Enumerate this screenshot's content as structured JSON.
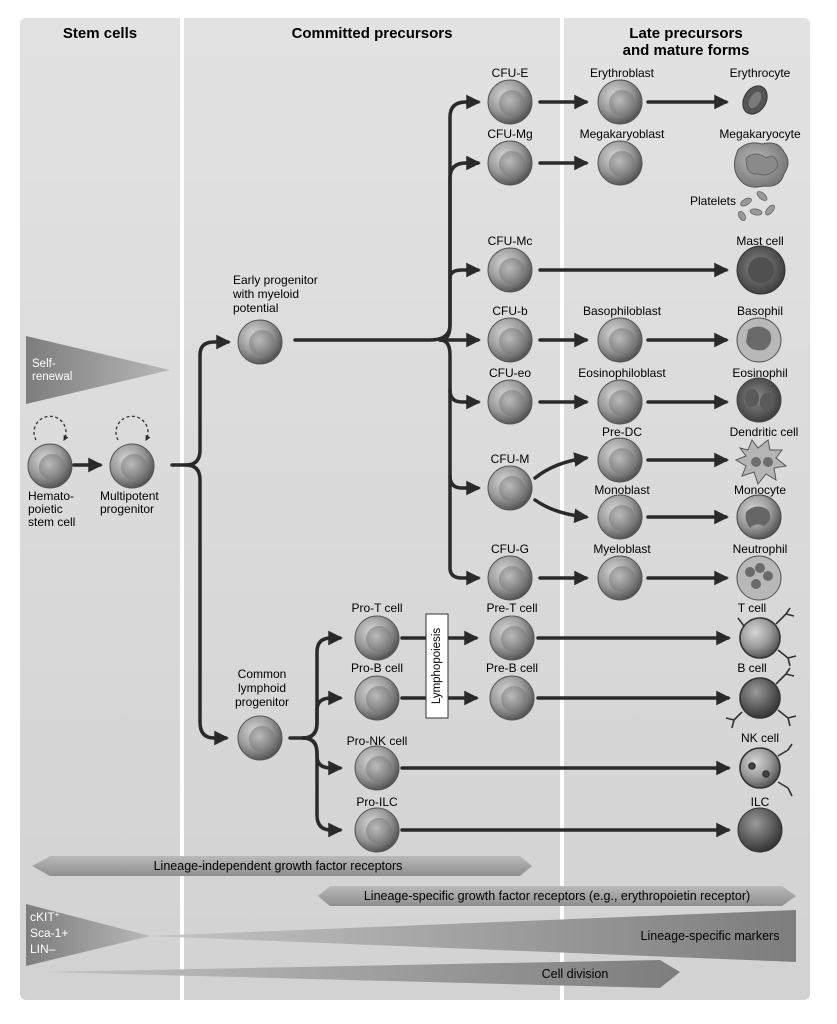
{
  "headers": {
    "stem": "Stem cells",
    "committed": "Committed precursors",
    "late_line1": "Late precursors",
    "late_line2": "and mature forms"
  },
  "self_renewal": {
    "line1": "Self-",
    "line2": "renewal"
  },
  "stem_cells": {
    "hsc": [
      "Hemato-",
      "poietic",
      "stem cell"
    ],
    "mpp": [
      "Multipotent",
      "progenitor"
    ]
  },
  "progenitors": {
    "myeloid": [
      "Early progenitor",
      "with myeloid",
      "potential"
    ],
    "lymphoid": [
      "Common",
      "lymphoid",
      "progenitor"
    ]
  },
  "myeloid_lineages": [
    {
      "cfu": "CFU-E",
      "blast": "Erythroblast",
      "mature": "Erythrocyte"
    },
    {
      "cfu": "CFU-Mg",
      "blast": "Megakaryoblast",
      "mature": "Megakaryocyte",
      "extra": "Platelets"
    },
    {
      "cfu": "CFU-Mc",
      "blast": "",
      "mature": "Mast cell"
    },
    {
      "cfu": "CFU-b",
      "blast": "Basophiloblast",
      "mature": "Basophil"
    },
    {
      "cfu": "CFU-eo",
      "blast": "Eosinophiloblast",
      "mature": "Eosinophil"
    },
    {
      "cfu": "CFU-M",
      "blast": "Pre-DC",
      "mature": "Dendritic cell",
      "blast2": "Monoblast",
      "mature2": "Monocyte"
    },
    {
      "cfu": "CFU-G",
      "blast": "Myeloblast",
      "mature": "Neutrophil"
    }
  ],
  "lymphoid_lineages": [
    {
      "pro": "Pro-T cell",
      "pre": "Pre-T cell",
      "mature": "T cell"
    },
    {
      "pro": "Pro-B cell",
      "pre": "Pre-B cell",
      "mature": "B cell"
    },
    {
      "pro": "Pro-NK cell",
      "pre": "",
      "mature": "NK cell"
    },
    {
      "pro": "Pro-ILC",
      "pre": "",
      "mature": "ILC"
    }
  ],
  "lymphopoiesis": "Lymphopoiesis",
  "bars": {
    "lineage_independent": "Lineage-independent growth factor receptors",
    "lineage_specific_gf": "Lineage-specific growth factor receptors (e.g., erythropoietin receptor)",
    "lineage_markers": "Lineage-specific markers",
    "cell_division": "Cell division"
  },
  "stem_markers": {
    "ckit": "cKIT",
    "ckit_sup": "+",
    "sca": "Sca-1+",
    "lin": "LIN–"
  }
}
